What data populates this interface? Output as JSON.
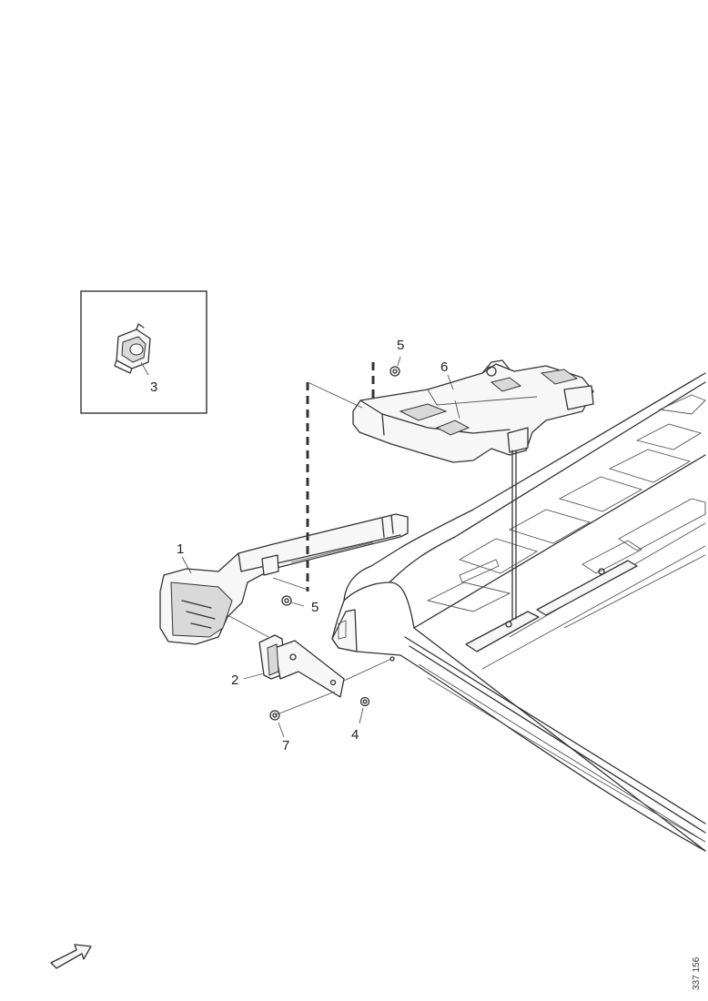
{
  "callouts": {
    "c1": "1",
    "c2": "2",
    "c3": "3",
    "c4": "4",
    "c5a": "5",
    "c5b": "5",
    "c6": "6",
    "c7": "7"
  },
  "reference_code": "337 156",
  "icons": {
    "direction_arrow": "arrow-right-up-icon"
  },
  "colors": {
    "line": "#333333",
    "background": "#ffffff"
  }
}
